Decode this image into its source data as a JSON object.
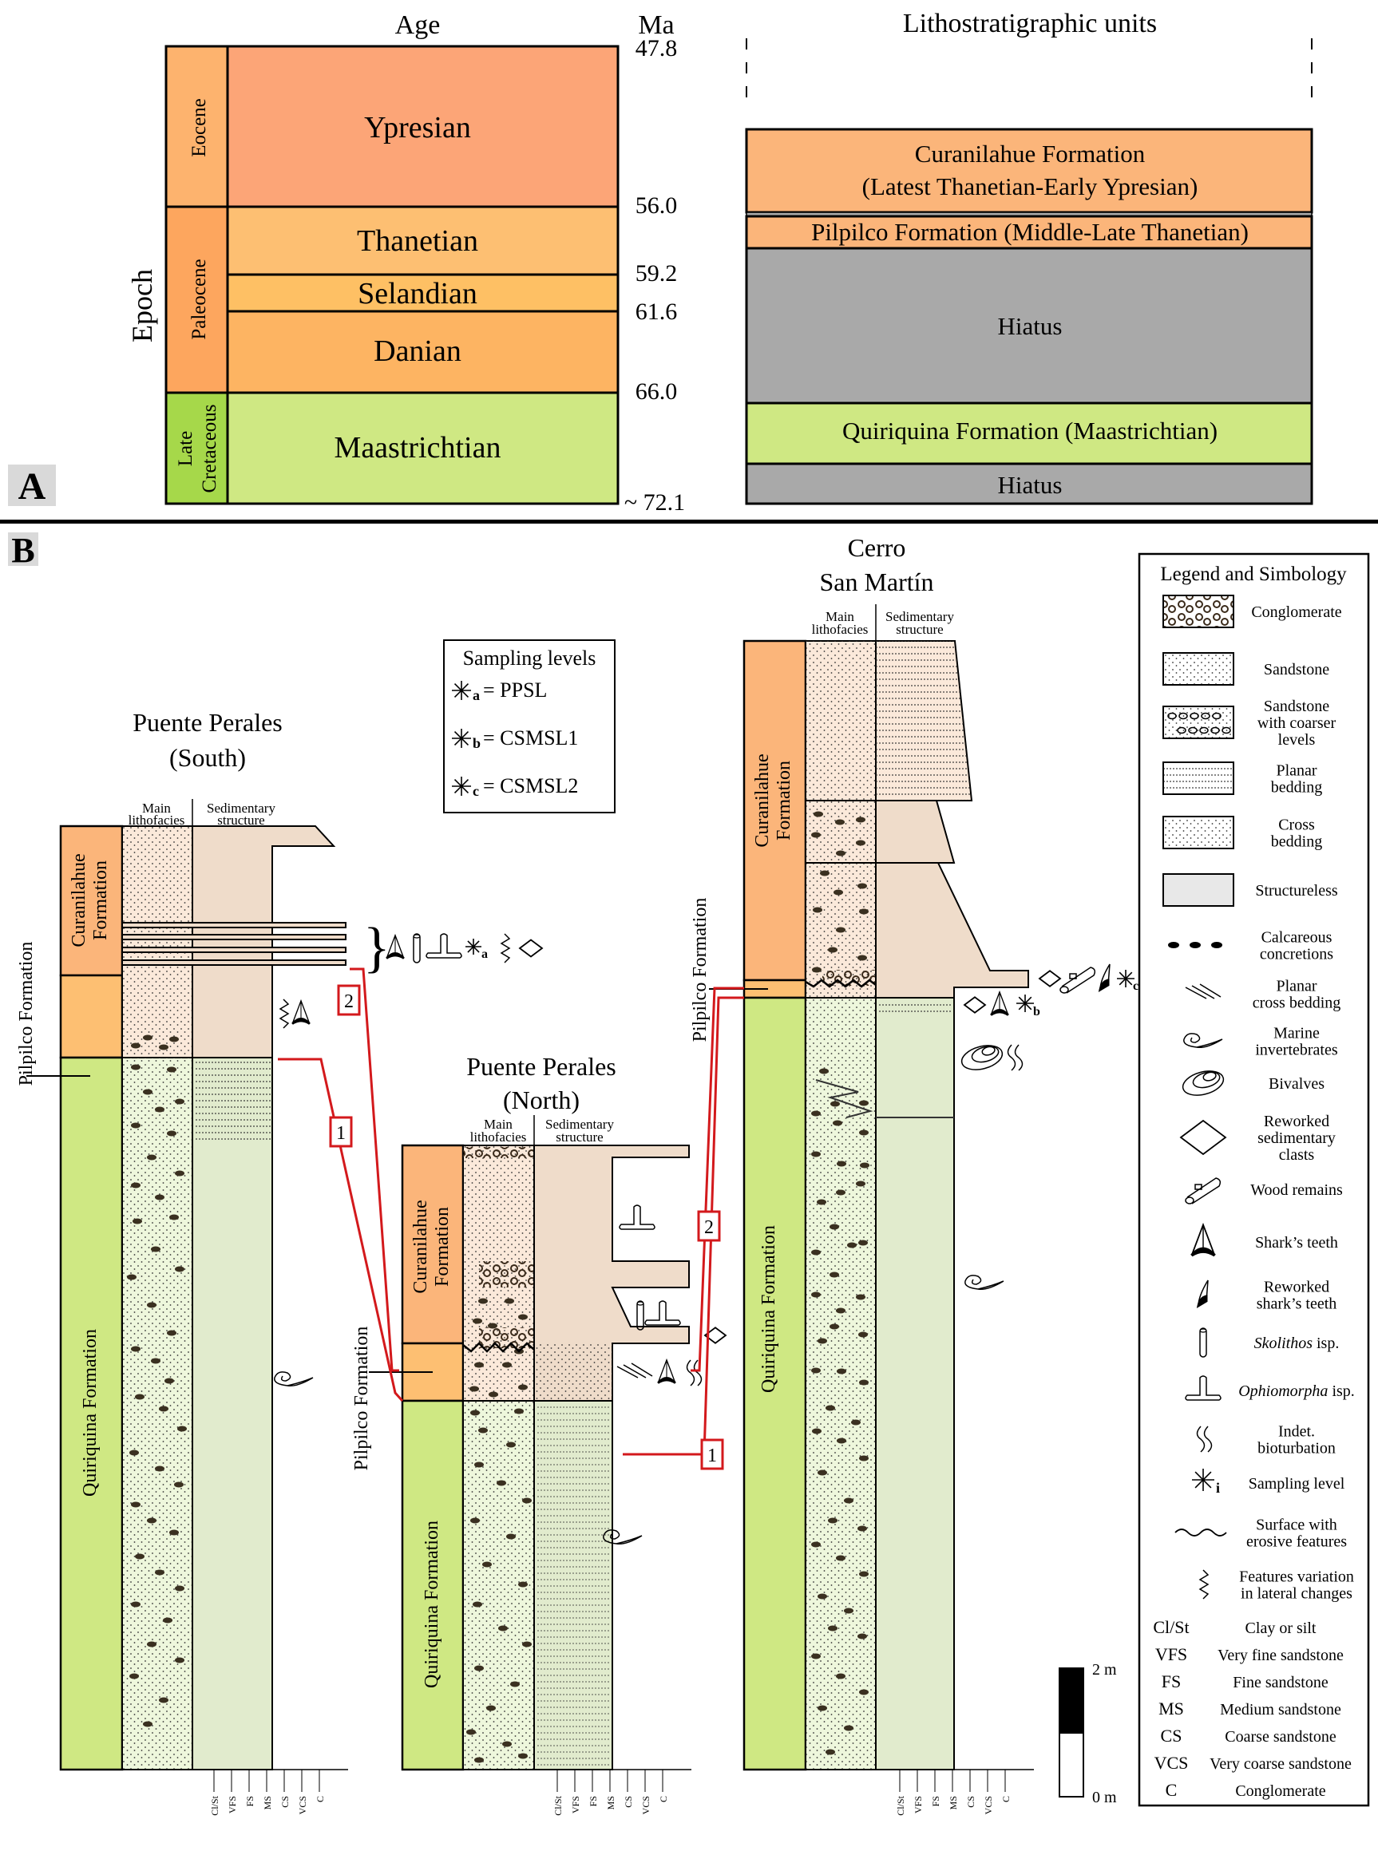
{
  "panelA": {
    "label": "A",
    "headers": {
      "age": "Age",
      "ma": "Ma",
      "epoch": "Epoch",
      "litho": "Lithostratigraphic units"
    },
    "epochs": [
      {
        "name": "Eocene",
        "color": "#fdb36e"
      },
      {
        "name": "Paleocene",
        "color": "#fda65e"
      },
      {
        "name": "Late Cretaceous",
        "line1": "Late",
        "line2": "Cretaceous",
        "color": "#a6d84a"
      }
    ],
    "stages": [
      {
        "name": "Ypresian",
        "color": "#fca577"
      },
      {
        "name": "Thanetian",
        "color": "#fdbf72"
      },
      {
        "name": "Selandian",
        "color": "#fec064"
      },
      {
        "name": "Danian",
        "color": "#fdb462"
      },
      {
        "name": "Maastrichtian",
        "color": "#cfe883"
      }
    ],
    "ma_ticks": [
      "47.8",
      "56.0",
      "59.2",
      "61.6",
      "66.0",
      "~ 72.1"
    ],
    "units": [
      {
        "line1": "Curanilahue Formation",
        "line2": "(Latest Thanetian-Early Ypresian)",
        "color": "#fbb57a"
      },
      {
        "line1": "Pilpilco Formation (Middle-Late Thanetian)",
        "color": "#fbb57a"
      },
      {
        "line1": "Hiatus",
        "color": "#a9a9a9"
      },
      {
        "line1": "Quiriquina Formation (Maastrichtian)",
        "color": "#cfe883"
      },
      {
        "line1": "Hiatus",
        "color": "#a9a9a9"
      }
    ]
  },
  "panelB": {
    "label": "B",
    "column_headers": {
      "main1": "Main",
      "main2": "lithofacies",
      "sed1": "Sedimentary",
      "sed2": "structure"
    },
    "sections": [
      {
        "title1": "Puente Perales",
        "title2": "(South)"
      },
      {
        "title1": "Puente Perales",
        "title2": "(North)"
      },
      {
        "title1": "Cerro",
        "title2": "San Martín"
      }
    ],
    "formations": {
      "curanilahue1": "Curanilahue",
      "curanilahue2": "Formation",
      "pilpilco": "Pilpilco Formation",
      "quiriquina": "Quiriquina Formation"
    },
    "correlation_labels": [
      "1",
      "2"
    ],
    "grain_ticks": [
      "Cl/St",
      "VFS",
      "FS",
      "MS",
      "CS",
      "VCS",
      "C"
    ],
    "sampling_box": {
      "title": "Sampling levels",
      "items": [
        {
          "sub": "a",
          "name": "= PPSL"
        },
        {
          "sub": "b",
          "name": "= CSMSL1"
        },
        {
          "sub": "c",
          "name": "= CSMSL2"
        }
      ]
    },
    "sampling_subs": {
      "a": "a",
      "b": "b",
      "c": "c"
    },
    "scale": {
      "top": "2 m",
      "bottom": "0 m"
    },
    "colors": {
      "curanilahue": "#fbb57a",
      "pilpilco": "#fdbf72",
      "quiriquina": "#cfe883",
      "facies_orange": "#fbe9da",
      "facies_green": "#eef7dc",
      "structure": "#efdcca",
      "structure_green": "#e1ebcd",
      "correlation": "#d3191c"
    }
  },
  "legend": {
    "title": "Legend and Simbology",
    "items": [
      {
        "icon": "conglomerate-swatch",
        "lines": [
          "Conglomerate"
        ]
      },
      {
        "icon": "sandstone-swatch",
        "lines": [
          "Sandstone"
        ]
      },
      {
        "icon": "sandstone-coarser-swatch",
        "lines": [
          "Sandstone",
          "with coarser",
          "levels"
        ]
      },
      {
        "icon": "planar-bedding-swatch",
        "lines": [
          "Planar",
          "bedding"
        ]
      },
      {
        "icon": "cross-bedding-swatch",
        "lines": [
          "Cross",
          "bedding"
        ]
      },
      {
        "icon": "structureless-swatch",
        "lines": [
          "Structureless"
        ]
      },
      {
        "icon": "calcareous-concretions-icon",
        "lines": [
          "Calcareous",
          "concretions"
        ]
      },
      {
        "icon": "planar-cross-bedding-icon",
        "lines": [
          "Planar",
          "cross bedding"
        ]
      },
      {
        "icon": "marine-invertebrates-icon",
        "lines": [
          "Marine",
          "invertebrates"
        ]
      },
      {
        "icon": "bivalves-icon",
        "lines": [
          "Bivalves"
        ]
      },
      {
        "icon": "reworked-clasts-icon",
        "lines": [
          "Reworked",
          "sedimentary",
          "clasts"
        ]
      },
      {
        "icon": "wood-remains-icon",
        "lines": [
          "Wood remains"
        ]
      },
      {
        "icon": "shark-teeth-icon",
        "lines": [
          "Shark’s teeth"
        ]
      },
      {
        "icon": "reworked-shark-teeth-icon",
        "lines": [
          "Reworked",
          "shark’s teeth"
        ]
      },
      {
        "icon": "skolithos-icon",
        "italic": "Skolithos",
        "rest": " isp."
      },
      {
        "icon": "ophiomorpha-icon",
        "italic": "Ophiomorpha",
        "rest": " isp."
      },
      {
        "icon": "bioturbation-icon",
        "lines": [
          "Indet.",
          "bioturbation"
        ]
      },
      {
        "icon": "sampling-level-icon",
        "lines": [
          "Sampling level"
        ],
        "sub": "i"
      },
      {
        "icon": "erosive-surface-icon",
        "lines": [
          "Surface with",
          "erosive features"
        ]
      },
      {
        "icon": "lateral-variation-icon",
        "lines": [
          "Features variation",
          "in lateral changes"
        ]
      }
    ],
    "abbreviations": [
      {
        "abbr": "Cl/St",
        "meaning": "Clay or silt"
      },
      {
        "abbr": "VFS",
        "meaning": "Very fine sandstone"
      },
      {
        "abbr": "FS",
        "meaning": "Fine sandstone"
      },
      {
        "abbr": "MS",
        "meaning": "Medium sandstone"
      },
      {
        "abbr": "CS",
        "meaning": "Coarse sandstone"
      },
      {
        "abbr": "VCS",
        "meaning": "Very coarse sandstone"
      },
      {
        "abbr": "C",
        "meaning": "Conglomerate"
      }
    ]
  }
}
